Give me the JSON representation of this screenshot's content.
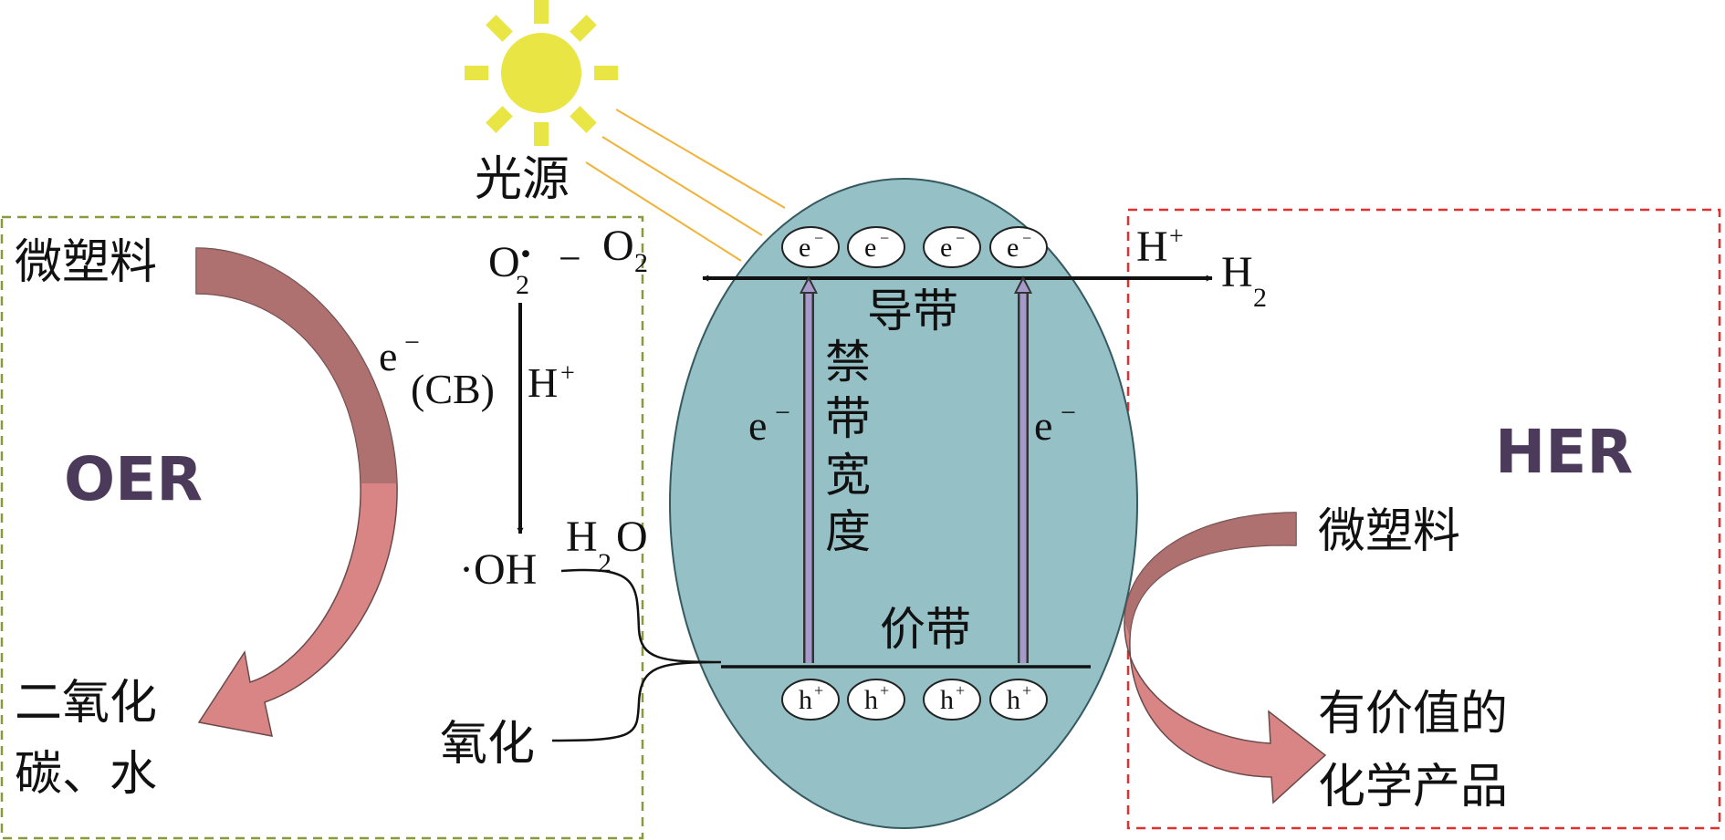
{
  "colors": {
    "ellipse_fill": "#95c0c5",
    "ellipse_stroke": "#355a60",
    "sun": "#e9e544",
    "light_ray": "#f0b33a",
    "oer_border": "#8a9a3a",
    "her_border": "#e03030",
    "curved_arrow": "#d98585",
    "curved_arrow_dark": "#a06a6a",
    "band_arrow": "#a59ac9",
    "label_accent": "#4b3a5a"
  },
  "icons": {
    "light_source": "sun-icon"
  },
  "labels": {
    "light_source": "光源",
    "oer": "OER",
    "her": "HER",
    "plastic_left": "微塑料",
    "plastic_right": "微塑料",
    "co2_water_line1": "二氧化",
    "co2_water_line2": "碳、水",
    "valuable_line1": "有价值的",
    "valuable_line2": "化学产品",
    "conduction_band": "导带",
    "valence_band": "价带",
    "band_gap": [
      "禁",
      "带",
      "宽",
      "度"
    ],
    "oxidation": "氧化",
    "electron": "e",
    "hole": "h",
    "minus": "−",
    "plus": "+",
    "cb": "(CB)",
    "h_plus": "H",
    "o2": "O",
    "o2_sub": "2",
    "o2_radical_sub": "2",
    "radical_dot": "·",
    "radical_dash": "−",
    "h2": "H",
    "h2_sub": "2",
    "oh": "·OH",
    "h2o": "H",
    "h2o_sub": "2",
    "h2o_o": "O"
  }
}
